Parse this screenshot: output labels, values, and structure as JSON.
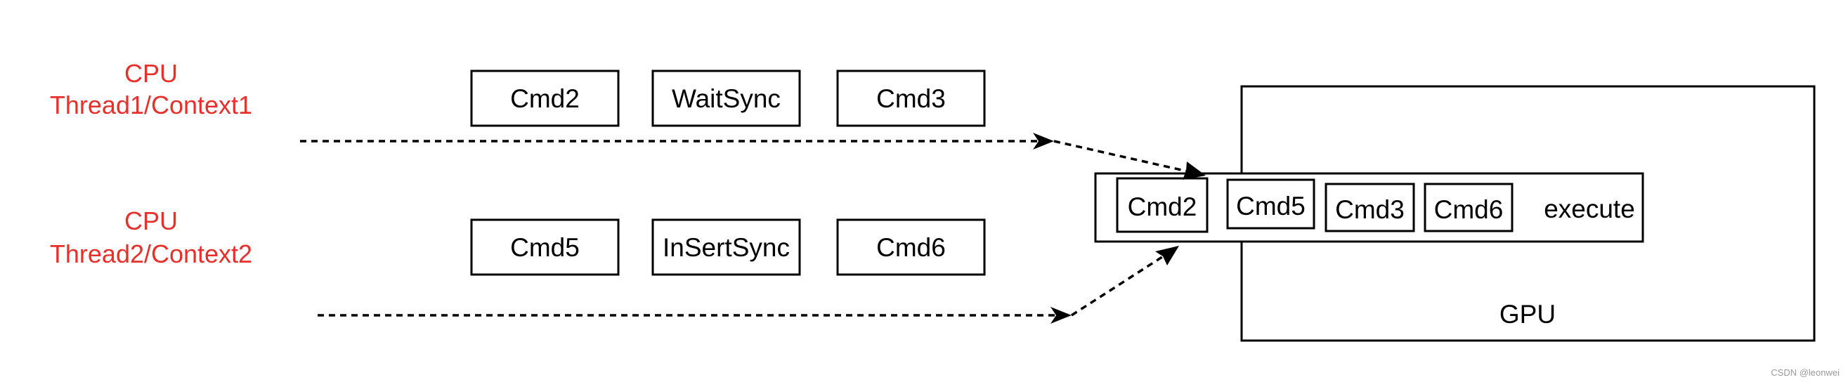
{
  "colors": {
    "cpu_label": "#e8302a",
    "stroke": "#000000",
    "background": "#ffffff"
  },
  "cpu1": {
    "line1": "CPU",
    "line2": "Thread1/Context1"
  },
  "cpu2": {
    "line1": "CPU",
    "line2": "Thread2/Context2"
  },
  "thread1_cmds": [
    "Cmd2",
    "WaitSync",
    "Cmd3"
  ],
  "thread2_cmds": [
    "Cmd5",
    "InSertSync",
    "Cmd6"
  ],
  "queue": {
    "items": [
      "Cmd2",
      "Cmd5",
      "Cmd3",
      "Cmd6"
    ],
    "label": "execute"
  },
  "gpu": {
    "label": "GPU"
  },
  "watermark": "CSDN @leonwei"
}
